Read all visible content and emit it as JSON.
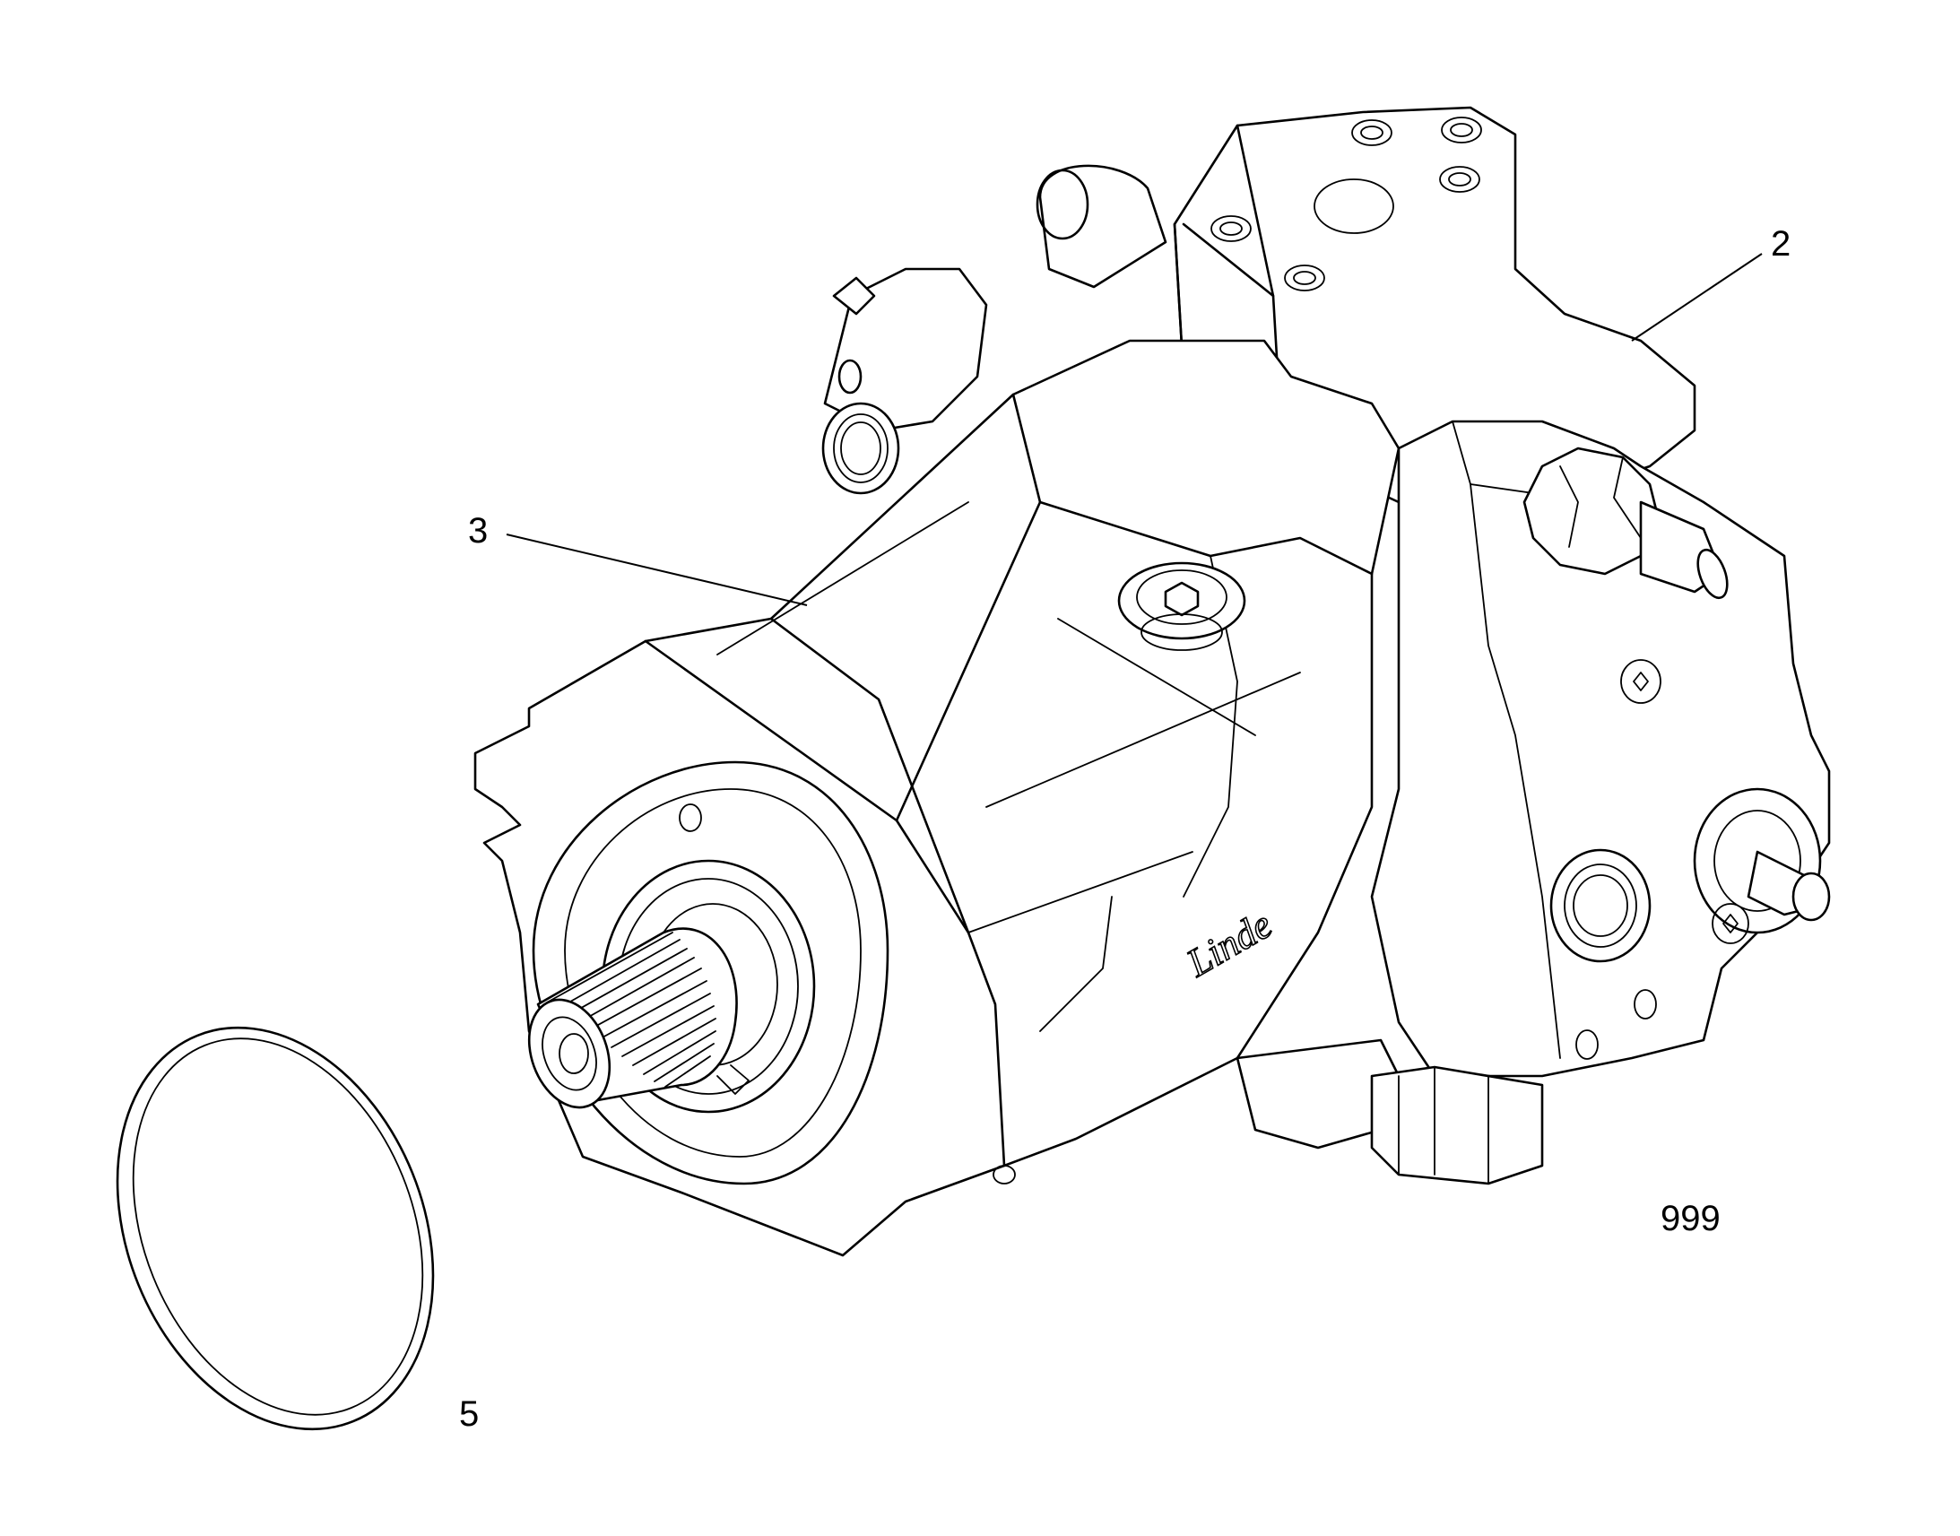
{
  "callouts": [
    {
      "id": "2",
      "label": "2"
    },
    {
      "id": "3",
      "label": "3"
    },
    {
      "id": "5",
      "label": "5"
    }
  ],
  "drawing_number": "999",
  "logo_text": "Linde"
}
